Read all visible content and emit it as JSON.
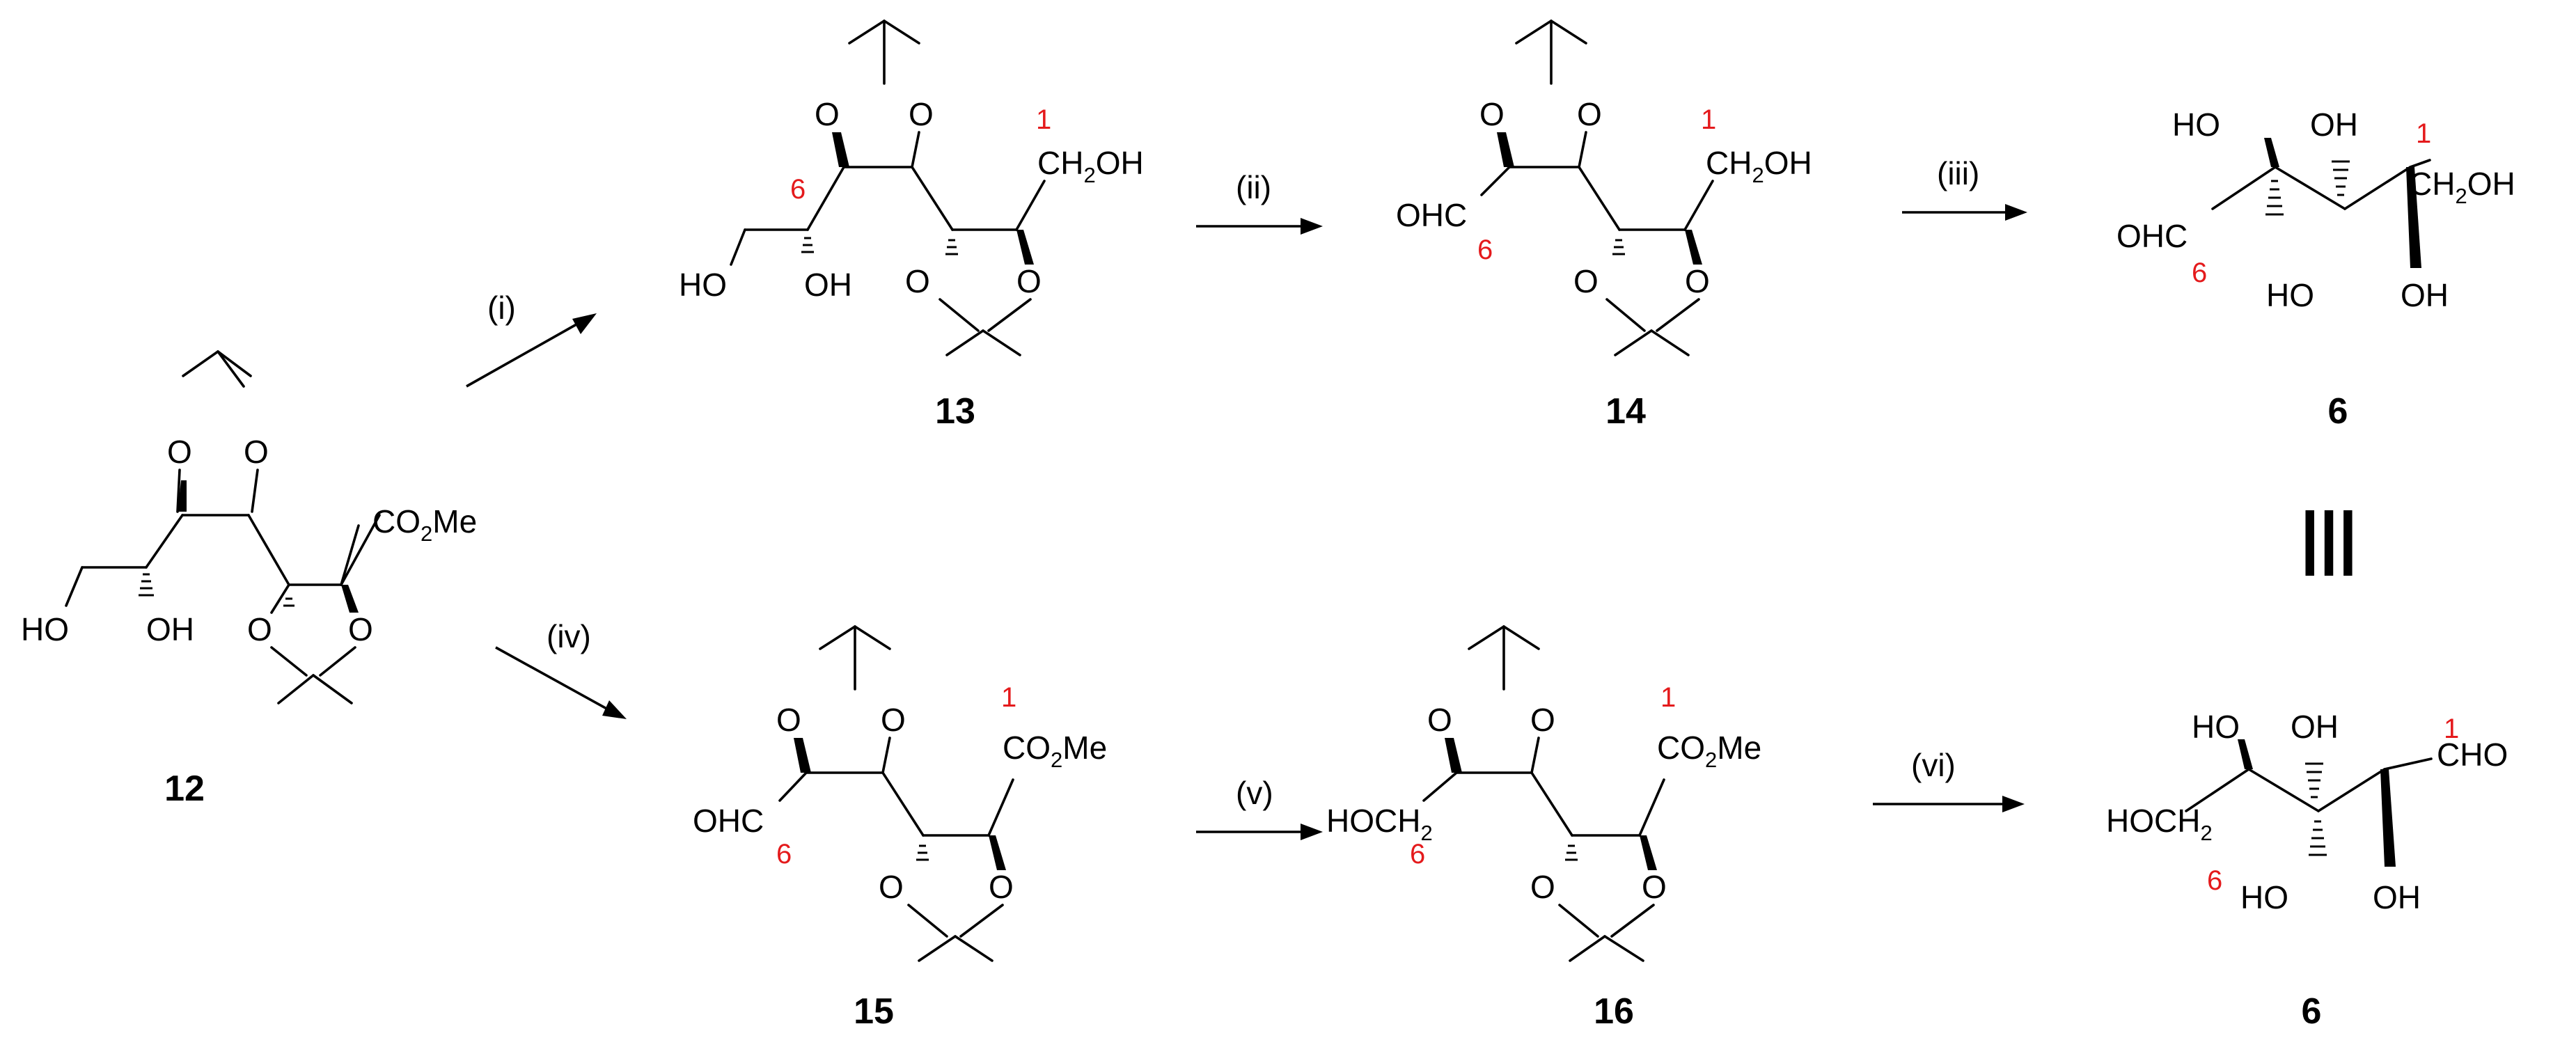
{
  "compounds": [
    {
      "id": "12",
      "label": "12",
      "atoms": {
        "o_ring_top_left": "O",
        "o_ring_top_right": "O",
        "ester": "CO",
        "ester_sub": "2",
        "ester_tail": "Me",
        "hydroxyl_primary": "HO",
        "hydroxyl_secondary": "OH",
        "o_ring_bottom_left": "O",
        "o_ring_bottom_right": "O"
      }
    },
    {
      "id": "13",
      "label": "13",
      "atoms": {
        "o_ring_top_left": "O",
        "o_ring_top_right": "O",
        "ch2oh_head": "CH",
        "ch2oh_sub": "2",
        "ch2oh_tail": "OH",
        "hydroxyl_primary": "HO",
        "hydroxyl_secondary": "OH",
        "o_ring_bottom_left": "O",
        "o_ring_bottom_right": "O"
      },
      "numbering": {
        "c1": "1",
        "c6": "6"
      }
    },
    {
      "id": "14",
      "label": "14",
      "atoms": {
        "o_ring_top_left": "O",
        "o_ring_top_right": "O",
        "ch2oh_head": "CH",
        "ch2oh_sub": "2",
        "ch2oh_tail": "OH",
        "aldehyde": "OHC",
        "o_ring_bottom_left": "O",
        "o_ring_bottom_right": "O"
      },
      "numbering": {
        "c1": "1",
        "c6": "6"
      }
    },
    {
      "id": "6_top",
      "label": "6",
      "atoms": {
        "oh_top_a": "HO",
        "oh_top_b": "OH",
        "ch2oh_head": "CH",
        "ch2oh_sub": "2",
        "ch2oh_tail": "OH",
        "aldehyde": "OHC",
        "oh_bottom_a": "HO",
        "oh_bottom_b": "OH"
      },
      "numbering": {
        "c1": "1",
        "c6": "6"
      }
    },
    {
      "id": "15",
      "label": "15",
      "atoms": {
        "o_ring_top_left": "O",
        "o_ring_top_right": "O",
        "ester": "CO",
        "ester_sub": "2",
        "ester_tail": "Me",
        "aldehyde": "OHC",
        "o_ring_bottom_left": "O",
        "o_ring_bottom_right": "O"
      },
      "numbering": {
        "c1": "1",
        "c6": "6"
      }
    },
    {
      "id": "16",
      "label": "16",
      "atoms": {
        "o_ring_top_left": "O",
        "o_ring_top_right": "O",
        "ester": "CO",
        "ester_sub": "2",
        "ester_tail": "Me",
        "hoch2_head": "HOCH",
        "hoch2_sub": "2",
        "o_ring_bottom_left": "O",
        "o_ring_bottom_right": "O"
      },
      "numbering": {
        "c1": "1",
        "c6": "6"
      }
    },
    {
      "id": "6_bottom",
      "label": "6",
      "atoms": {
        "oh_top_a": "HO",
        "oh_top_b": "OH",
        "aldehyde": "CHO",
        "hoch2_head": "HOCH",
        "hoch2_sub": "2",
        "oh_bottom_a": "HO",
        "oh_bottom_b": "OH"
      },
      "numbering": {
        "c1": "1",
        "c6": "6"
      }
    }
  ],
  "steps": [
    {
      "id": "i",
      "label": "(i)"
    },
    {
      "id": "ii",
      "label": "(ii)"
    },
    {
      "id": "iii",
      "label": "(iii)"
    },
    {
      "id": "iv",
      "label": "(iv)"
    },
    {
      "id": "v",
      "label": "(v)"
    },
    {
      "id": "vi",
      "label": "(vi)"
    }
  ],
  "identity_symbol": "≡"
}
